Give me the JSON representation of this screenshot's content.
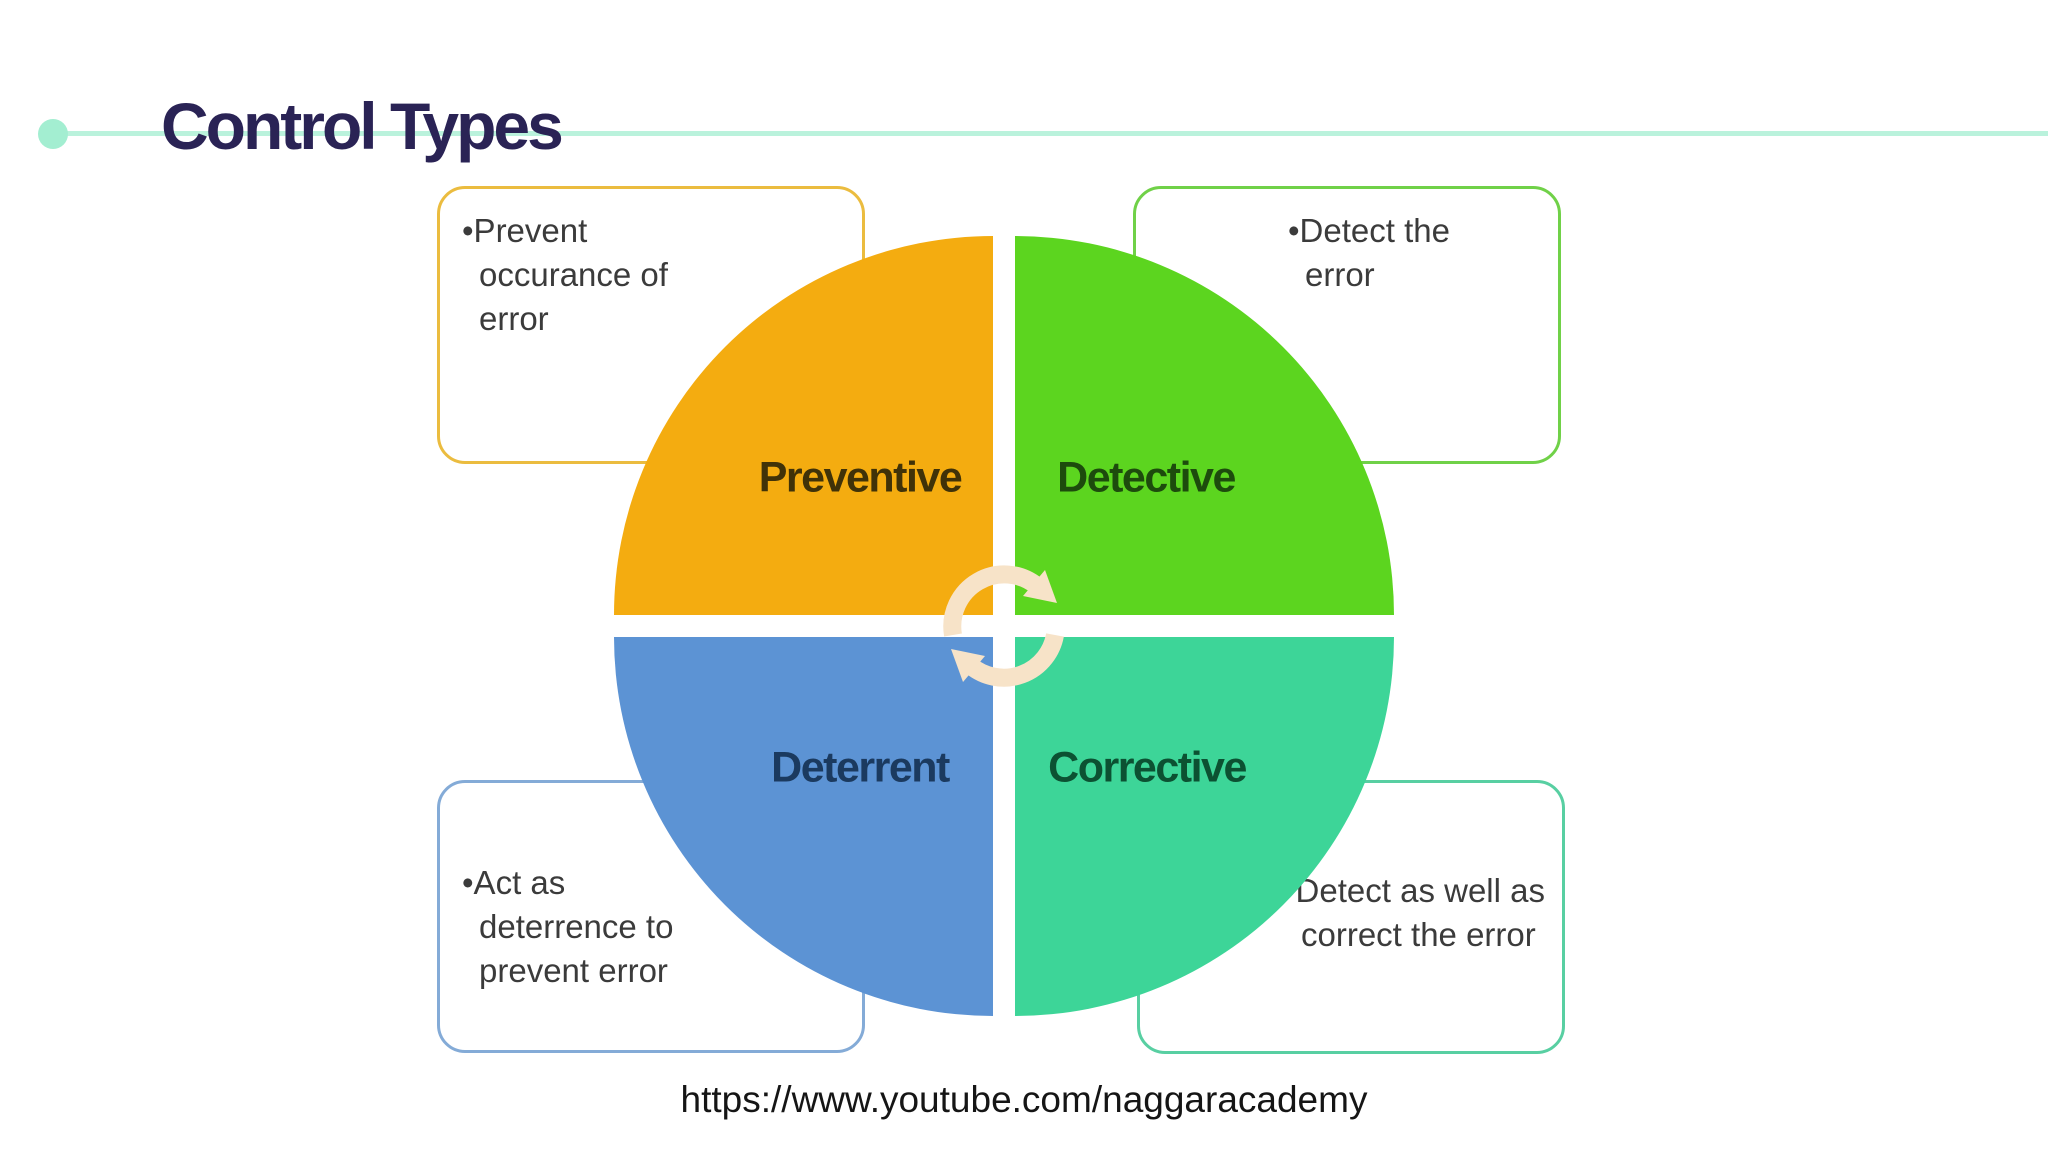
{
  "slide": {
    "title": "Control Types",
    "footer_url": "https://www.youtube.com/naggaracademy"
  },
  "accent": {
    "title_color": "#2A2355",
    "line_color": "#BAF2DC",
    "dot_color": "#A3EED1"
  },
  "diagram": {
    "center_icon": "cycle-arrows",
    "icon_color": "#F7E3C8",
    "quadrants": [
      {
        "id": "preventive",
        "label": "Preventive",
        "color": "#F4AC10",
        "label_color": "#403208",
        "note": "•Prevent occurance of error",
        "box_border_color": "#EBBC3F"
      },
      {
        "id": "detective",
        "label": "Detective",
        "color": "#5CD51F",
        "label_color": "#1D4B0D",
        "note": "•Detect the error",
        "box_border_color": "#70D148"
      },
      {
        "id": "deterrent",
        "label": "Deterrent",
        "color": "#5C93D4",
        "label_color": "#1B3A5F",
        "note": "•Act as deterrence to prevent error",
        "box_border_color": "#84ABD7"
      },
      {
        "id": "corrective",
        "label": "Corrective",
        "color": "#3DD598",
        "label_color": "#0C5132",
        "note": "•Detect as well as correct the error",
        "box_border_color": "#58CFA2"
      }
    ]
  }
}
